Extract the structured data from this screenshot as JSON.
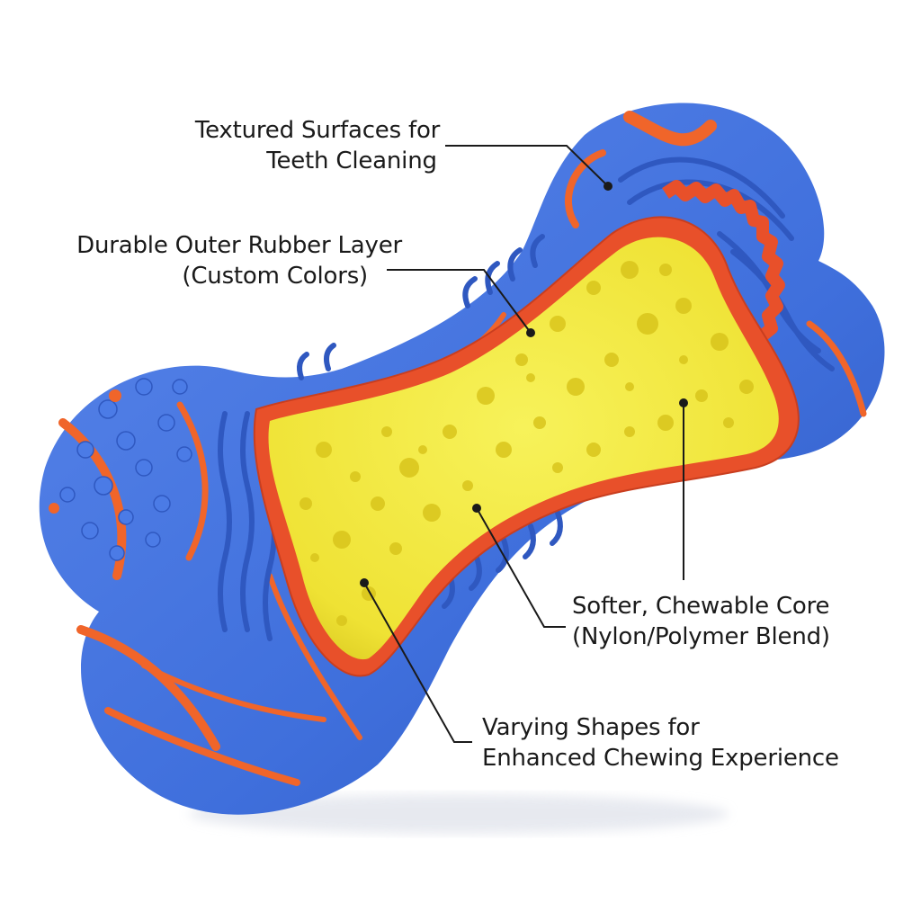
{
  "labels": {
    "textured": {
      "line1": "Textured Surfaces for",
      "line2": "Teeth Cleaning"
    },
    "outer": {
      "line1": "Durable Outer Rubber Layer",
      "line2": "(Custom Colors)"
    },
    "core": {
      "line1": "Softer, Chewable Core",
      "line2": "(Nylon/Polymer Blend)"
    },
    "shapes": {
      "line1": "Varying Shapes for",
      "line2": "Enhanced Chewing Experience"
    }
  },
  "colors": {
    "rubber_blue": "#3f6fdc",
    "swirl_orange": "#f0652a",
    "core_yellow": "#f2ea3c",
    "core_rim": "#e8502a",
    "leader_line": "#1a1a1a"
  }
}
